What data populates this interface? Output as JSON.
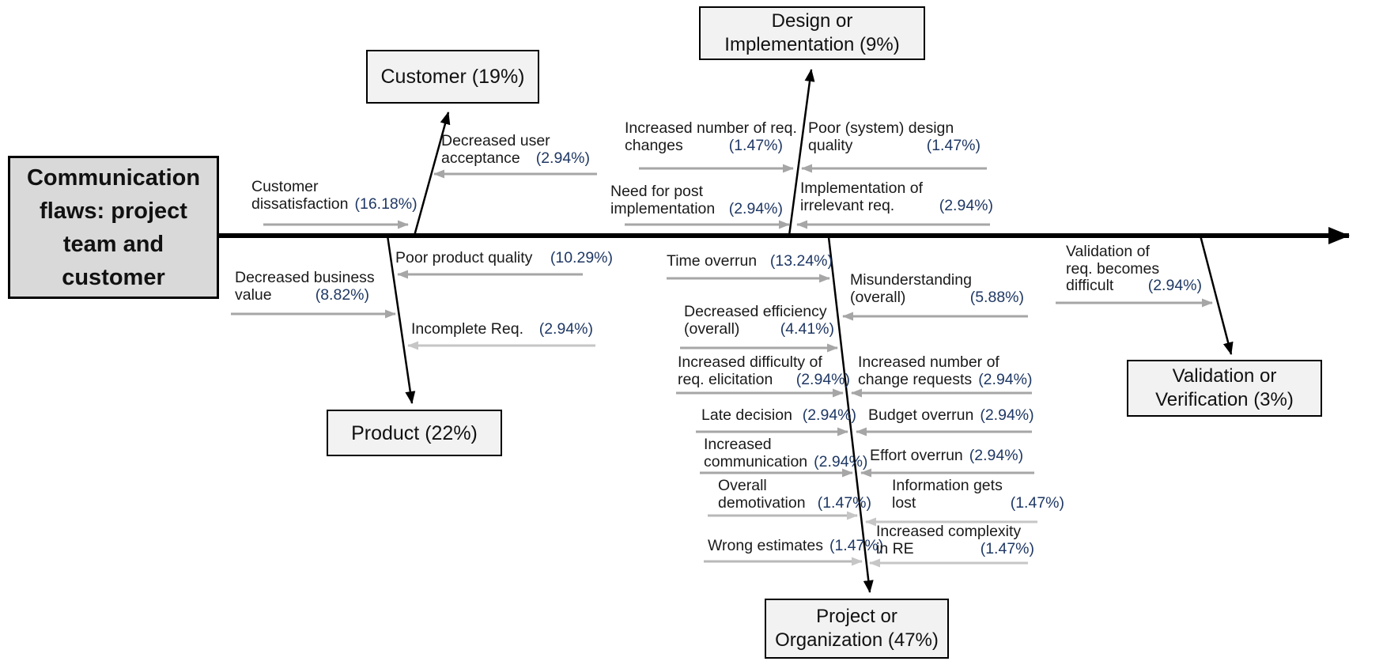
{
  "diagram_type": "fishbone-cause-effect",
  "colors": {
    "percent_text": "#1F3864",
    "arrow_gray": "#A6A6A6",
    "arrow_light_gray": "#C6C6C6",
    "spine_black": "#000000",
    "head_box_bg": "#D9D9D9",
    "category_box_bg": "#F2F2F2"
  },
  "head": {
    "l1": "Communication",
    "l2": "flaws: project",
    "l3": "team and",
    "l4": "customer"
  },
  "categories": {
    "customer": {
      "l1": "Customer (19%)"
    },
    "design": {
      "l1": "Design or",
      "l2": "Implementation (9%)"
    },
    "product": {
      "l1": "Product (22%)"
    },
    "project": {
      "l1": "Project or",
      "l2": "Organization (47%)"
    },
    "validation": {
      "l1": "Validation or",
      "l2": "Verification (3%)"
    }
  },
  "branches": [
    {
      "id": "customer-dissatisfaction",
      "l1": "Customer",
      "l2": "dissatisfaction",
      "pct": "(16.18%)"
    },
    {
      "id": "decreased-user-acceptance",
      "l1": "Decreased user",
      "l2": "acceptance",
      "pct": "(2.94%)"
    },
    {
      "id": "increased-number-of-req-changes",
      "l1": "Increased number of req.",
      "l2": "changes",
      "pct": "(1.47%)"
    },
    {
      "id": "poor-system-design-quality",
      "l1": "Poor (system) design",
      "l2": "quality",
      "pct": "(1.47%)"
    },
    {
      "id": "need-for-post-implementation",
      "l1": "Need for post",
      "l2": "implementation",
      "pct": "(2.94%)"
    },
    {
      "id": "implementation-of-irrelevant-req",
      "l1": "Implementation of",
      "l2": "irrelevant req.",
      "pct": "(2.94%)"
    },
    {
      "id": "poor-product-quality",
      "l1": "Poor product quality",
      "pct": "(10.29%)"
    },
    {
      "id": "decreased-business-value",
      "l1": "Decreased business",
      "l2": "value",
      "pct": "(8.82%)"
    },
    {
      "id": "incomplete-req",
      "l1": "Incomplete Req.",
      "pct": "(2.94%)"
    },
    {
      "id": "time-overrun",
      "l1": "Time overrun",
      "pct": "(13.24%)"
    },
    {
      "id": "misunderstanding-overall",
      "l1": "Misunderstanding",
      "l2": "(overall)",
      "pct": "(5.88%)"
    },
    {
      "id": "decreased-efficiency-overall",
      "l1": "Decreased efficiency",
      "l2": "(overall)",
      "pct": "(4.41%)"
    },
    {
      "id": "increased-difficulty-elicitation",
      "l1": "Increased difficulty of",
      "l2": "req. elicitation",
      "pct": "(2.94%)"
    },
    {
      "id": "increased-number-change-requests",
      "l1": "Increased number of",
      "l2": "change requests",
      "pct": "(2.94%)"
    },
    {
      "id": "late-decision",
      "l1": "Late decision",
      "pct": "(2.94%)"
    },
    {
      "id": "budget-overrun",
      "l1": "Budget overrun",
      "pct": "(2.94%)"
    },
    {
      "id": "increased-communication",
      "l1": "Increased",
      "l2": "communication",
      "pct": "(2.94%)"
    },
    {
      "id": "effort-overrun",
      "l1": "Effort overrun",
      "pct": "(2.94%)"
    },
    {
      "id": "overall-demotivation",
      "l1": "Overall",
      "l2": "demotivation",
      "pct": "(1.47%)"
    },
    {
      "id": "information-gets-lost",
      "l1": "Information gets",
      "l2": "lost",
      "pct": "(1.47%)"
    },
    {
      "id": "wrong-estimates",
      "l1": "Wrong estimates",
      "pct": "(1.47%)"
    },
    {
      "id": "increased-complexity-in-re",
      "l1": "Increased complexity",
      "l2": "in RE",
      "pct": "(1.47%)"
    },
    {
      "id": "validation-req-becomes-difficult",
      "l1": "Validation of",
      "l2": "req. becomes",
      "l3": "difficult",
      "pct": "(2.94%)"
    }
  ]
}
